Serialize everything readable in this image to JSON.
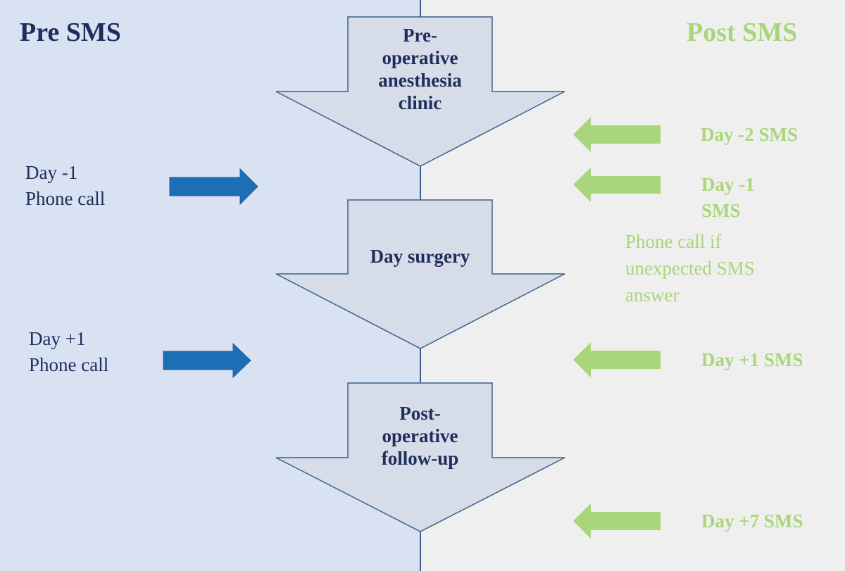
{
  "headers": {
    "pre": "Pre SMS",
    "post": "Post SMS"
  },
  "stages": [
    {
      "label": "Pre-\noperative\nanesthesia\nclinic"
    },
    {
      "label": "Day surgery"
    },
    {
      "label": "Post-\noperative\nfollow-up"
    }
  ],
  "pre_steps": [
    {
      "label": "Day -1\nPhone call"
    },
    {
      "label": "Day +1\nPhone call"
    }
  ],
  "post_steps": [
    {
      "label": "Day -2 SMS"
    },
    {
      "label": "Day -1\nSMS"
    },
    {
      "label": "Day +1 SMS"
    },
    {
      "label": "Day +7 SMS"
    }
  ],
  "note": "Phone call if\nunexpected SMS\nanswer",
  "colors": {
    "pre_panel": "#d9e2f2",
    "post_panel": "#efefef",
    "stage_fill": "#d6dde8",
    "stage_stroke": "#3d5f8a",
    "pre_arrow": "#1d6fb5",
    "post_arrow": "#a9d67a",
    "dark_text": "#1f2d5c",
    "green_text": "#a9d67a"
  }
}
